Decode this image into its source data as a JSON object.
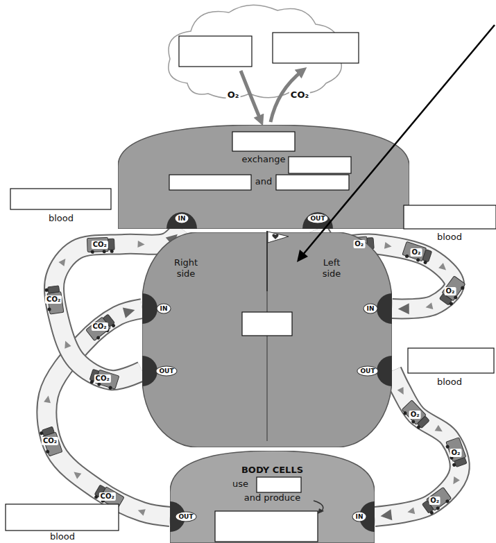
{
  "diagram": {
    "nodes": [
      {
        "text": [
          "exchange",
          "and"
        ]
      },
      {
        "text": [
          "Right side",
          "Left side"
        ]
      },
      {
        "text": [
          "BODY CELLS",
          "use",
          "and produce"
        ]
      }
    ],
    "edges": [
      {
        "from": 0,
        "to": 1,
        "arrow": "to"
      },
      {
        "from": 1,
        "to": 2,
        "arrow": "to"
      },
      {
        "from": 2,
        "to": 1,
        "arrow": "to"
      },
      {
        "from": 1,
        "to": 0,
        "arrow": "to"
      }
    ],
    "labels": [
      "O₂",
      "CO₂",
      "IN",
      "OUT",
      "blood",
      "blood",
      "IN",
      "IN",
      "OUT",
      "OUT",
      "blood",
      "OUT",
      "IN",
      "blood",
      "CO₂",
      "CO₂",
      "CO₂",
      "O₂",
      "O₂",
      "O₂",
      "CO₂",
      "CO₂",
      "CO₂",
      "O₂",
      "O₂",
      "O₂"
    ]
  }
}
